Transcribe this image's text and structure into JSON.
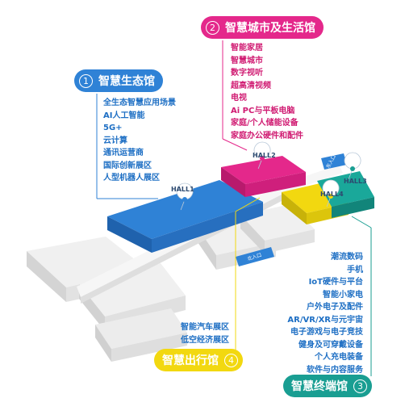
{
  "colors": {
    "hall1": "#2f82d6",
    "hall2": "#e4288b",
    "hall3": "#199e92",
    "hall4": "#f2d810",
    "hall1_text": "#1e6fc4",
    "hall2_text": "#d01b72"
  },
  "halls": {
    "hall1": {
      "number": "1",
      "name": "智慧生态馆",
      "map_label": "HALL1",
      "items": [
        "全生态智慧应用场景",
        "AI人工智能",
        "5G+",
        "云计算",
        "通讯运营商",
        "国际创新展区",
        "人型机器人展区"
      ]
    },
    "hall2": {
      "number": "2",
      "name": "智慧城市及生活馆",
      "map_label": "HALL2",
      "items": [
        "智能家居",
        "智慧城市",
        "数字视听",
        "超高清视频",
        "电视",
        "Ai PC与平板电脑",
        "家庭/个人储能设备",
        "家庭办公硬件和配件"
      ]
    },
    "hall3": {
      "number": "3",
      "name": "智慧终端馆",
      "map_label": "HALL3",
      "items": [
        "潮流数码",
        "手机",
        "IoT硬件与平台",
        "智能小家电",
        "户外电子及配件",
        "AR/VR/XR与元宇宙",
        "电子游戏与电子竞技",
        "健身及可穿戴设备",
        "个人充电装备",
        "软件与内容服务"
      ]
    },
    "hall4": {
      "number": "4",
      "name": "智慧出行馆",
      "map_label": "HALL4",
      "items": [
        "智能汽车展区",
        "低空经济展区"
      ]
    }
  },
  "entrances": {
    "east": "东入口",
    "north": "北入口"
  }
}
